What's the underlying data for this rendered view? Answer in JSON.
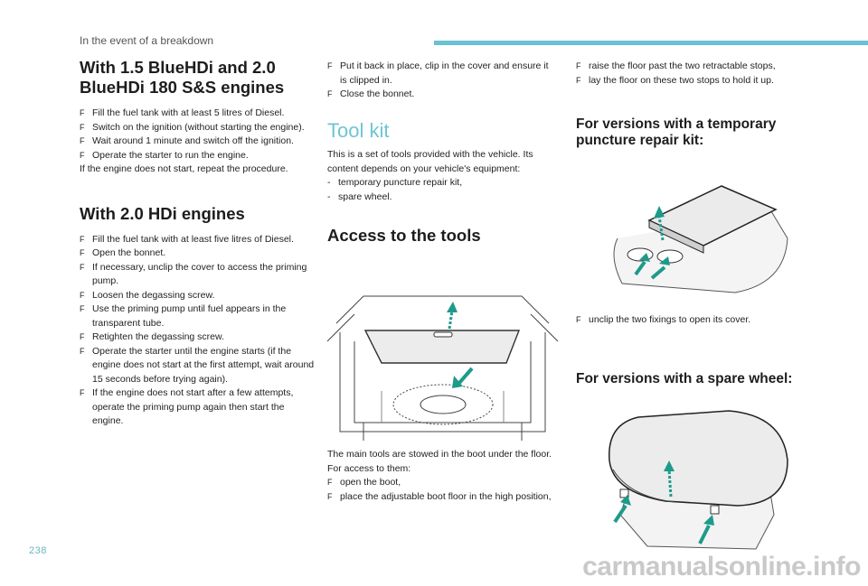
{
  "header": {
    "title": "In the event of a breakdown",
    "accent_color": "#69c2d3"
  },
  "footer": {
    "page_number": "238",
    "watermark": "carmanualsonline.info"
  },
  "col1": {
    "s1_title_line1": "With 1.5 BlueHDi and 2.0",
    "s1_title_line2": "BlueHDi 180 S&S engines",
    "s1_steps": [
      "Fill the fuel tank with at least 5 litres of Diesel.",
      "Switch on the ignition (without starting the engine).",
      "Wait around 1 minute and switch off the ignition.",
      "Operate the starter to run the engine."
    ],
    "s1_note": "If the engine does not start, repeat the procedure.",
    "s2_title": "With 2.0 HDi engines",
    "s2_steps": [
      "Fill the fuel tank with at least five litres of Diesel.",
      "Open the bonnet.",
      "If necessary, unclip the cover to access the priming pump.",
      "Loosen the degassing screw.",
      "Use the priming pump until fuel appears in the transparent tube.",
      "Retighten the degassing screw.",
      "Operate the starter until the engine starts (if the engine does not start at the first attempt, wait around 15 seconds before trying again).",
      "If the engine does not start after a few attempts, operate the priming pump again then start the engine."
    ]
  },
  "col2": {
    "top_steps": [
      "Put it back in place, clip in the cover and ensure it is clipped in.",
      "Close the bonnet."
    ],
    "toolkit_title": "Tool kit",
    "toolkit_intro": "This is a set of tools provided with the vehicle. Its content depends on your vehicle's equipment:",
    "toolkit_items": [
      "temporary puncture repair kit,",
      "spare wheel."
    ],
    "access_title": "Access to the tools",
    "access_text1": "The main tools are stowed in the boot under the floor.",
    "access_text2": "For access to them:",
    "access_steps": [
      "open the boot,",
      "place the adjustable boot floor in the high position,"
    ]
  },
  "col3": {
    "top_steps": [
      "raise the floor past the two retractable stops,",
      "lay the floor on these two stops to hold it up."
    ],
    "temp_title_line1": "For versions with a temporary",
    "temp_title_line2": "puncture repair kit:",
    "temp_steps": [
      "unclip the two fixings to open its cover."
    ],
    "spare_title": "For versions with a spare wheel:"
  },
  "figures": {
    "arrow_color": "#1e9a8a",
    "boot_figure": "boot-floor-illustration",
    "repair_kit_figure": "repair-kit-cover-illustration",
    "spare_wheel_figure": "spare-wheel-cover-illustration"
  }
}
